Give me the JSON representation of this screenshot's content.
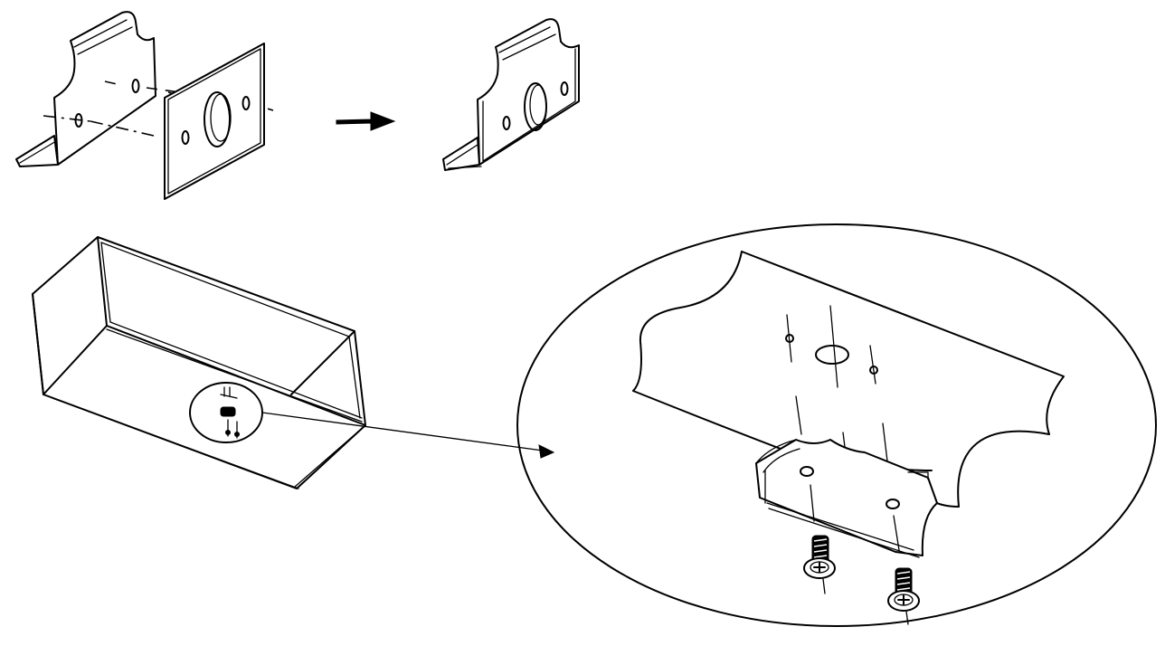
{
  "figure": {
    "panels": [
      {
        "name": "bracket-and-plate-exploded"
      },
      {
        "name": "bracket-and-plate-assembled"
      },
      {
        "name": "enclosure-box-with-detail-circle"
      },
      {
        "name": "magnified-detail-view"
      }
    ],
    "arrows": [
      "assembly-arrow",
      "leader-arrow"
    ],
    "components": [
      "angle-bracket",
      "backing-plate",
      "enclosure",
      "pan-head-screw",
      "pan-head-screw"
    ]
  }
}
